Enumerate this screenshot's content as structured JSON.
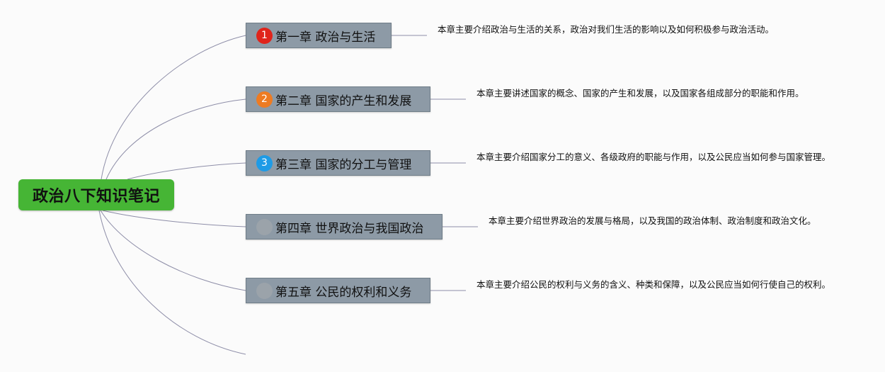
{
  "root": {
    "title": "政治八下知识笔记"
  },
  "chapters": [
    {
      "badge": "1",
      "badge_color": "#e0241b",
      "title": "第一章 政治与生活",
      "desc": "本章主要介绍政治与生活的关系，政治对我们生活的影响以及如何积极参与政治活动。"
    },
    {
      "badge": "2",
      "badge_color": "#ee7b22",
      "title": "第二章 国家的产生和发展",
      "desc": "本章主要讲述国家的概念、国家的产生和发展，以及国家各组成部分的职能和作用。"
    },
    {
      "badge": "3",
      "badge_color": "#1e9be6",
      "title": "第三章 国家的分工与管理",
      "desc": "本章主要介绍国家分工的意义、各级政府的职能与作用，以及公民应当如何参与国家管理。"
    },
    {
      "badge": "",
      "badge_color": "#9ba3aa",
      "title": "第四章 世界政治与我国政治",
      "desc": "本章主要介绍世界政治的发展与格局，以及我国的政治体制、政治制度和政治文化。"
    },
    {
      "badge": "",
      "badge_color": "#9ba3aa",
      "title": "第五章 公民的权利和义务",
      "desc": "本章主要介绍公民的权利与义务的含义、种类和保障，以及公民应当如何行使自己的权利。"
    }
  ],
  "colors": {
    "root_fill": "#46b535",
    "chapter_fill": "#8d9aa6",
    "connector": "#8e8ea8"
  }
}
